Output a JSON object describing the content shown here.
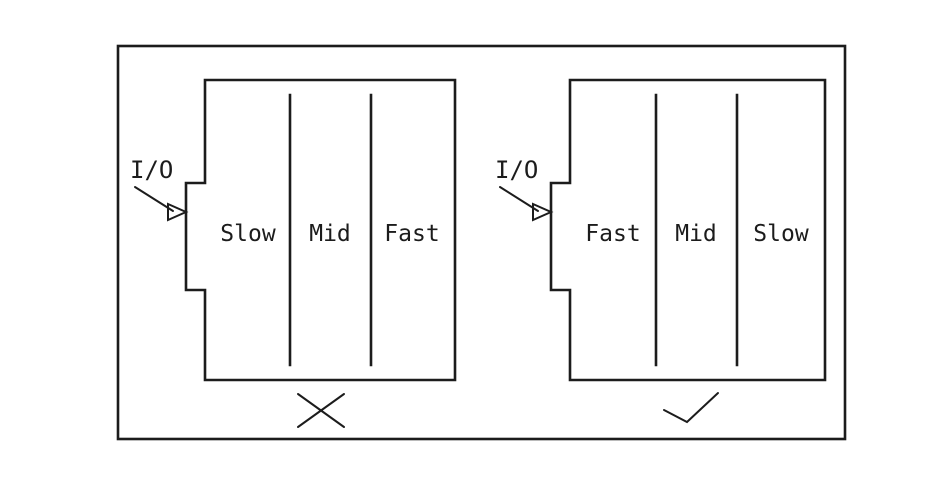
{
  "diagram": {
    "description": "two-speaker-crossover-orientation-comparison",
    "colors": {
      "line": "#1c1c1c",
      "background": "#ffffff"
    },
    "panels": [
      {
        "id": "left",
        "io_label": "I/O",
        "sections": [
          "Slow",
          "Mid",
          "Fast"
        ],
        "verdict_icon": "cross-mark",
        "verdict_meaning": "incorrect"
      },
      {
        "id": "right",
        "io_label": "I/O",
        "sections": [
          "Fast",
          "Mid",
          "Slow"
        ],
        "verdict_icon": "check-mark",
        "verdict_meaning": "correct"
      }
    ]
  }
}
